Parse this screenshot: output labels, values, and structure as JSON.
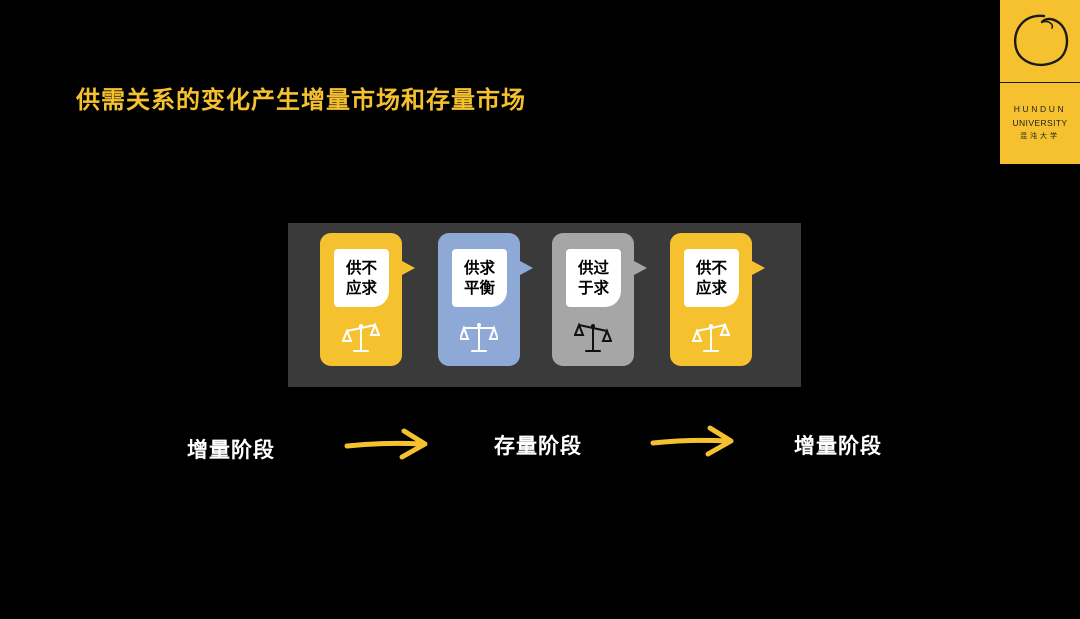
{
  "title": "供需关系的变化产生增量市场和存量市场",
  "logo": {
    "line1": "HUNDUN",
    "line2": "UNIVERSITY",
    "line3": "混沌大学",
    "color": "#F5C12E"
  },
  "cards": [
    {
      "line1": "供不",
      "line2": "应求",
      "color": "#F5C12E",
      "icon": "balance-scale-icon"
    },
    {
      "line1": "供求",
      "line2": "平衡",
      "color": "#8FA9D6",
      "icon": "balance-scale-icon"
    },
    {
      "line1": "供过",
      "line2": "于求",
      "color": "#A6A6A6",
      "icon": "balance-scale-icon"
    },
    {
      "line1": "供不",
      "line2": "应求",
      "color": "#F5C12E",
      "icon": "balance-scale-icon"
    }
  ],
  "stages": [
    "增量阶段",
    "存量阶段",
    "增量阶段"
  ],
  "arrow_color": "#F5C12E"
}
